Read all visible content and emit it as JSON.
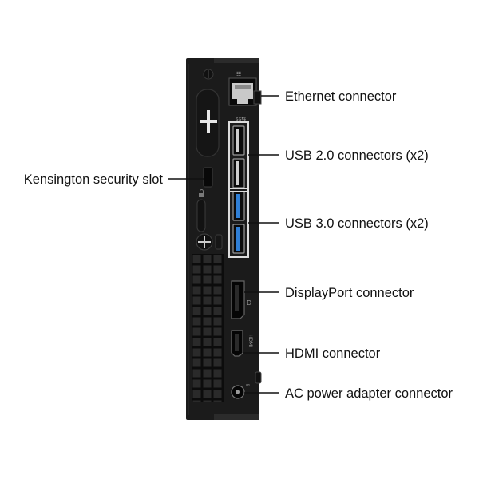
{
  "device": {
    "chassis_color": "#1b1b1b",
    "usb3_color": "#2f7fd6",
    "callout_box_color": "#dddddd"
  },
  "callouts": {
    "ethernet": "Ethernet connector",
    "usb2": "USB 2.0 connectors (x2)",
    "kensington": "Kensington security slot",
    "usb3": "USB 3.0 connectors (x2)",
    "displayport": "DisplayPort connector",
    "hdmi": "HDMI connector",
    "ac_power": "AC power adapter connector"
  }
}
